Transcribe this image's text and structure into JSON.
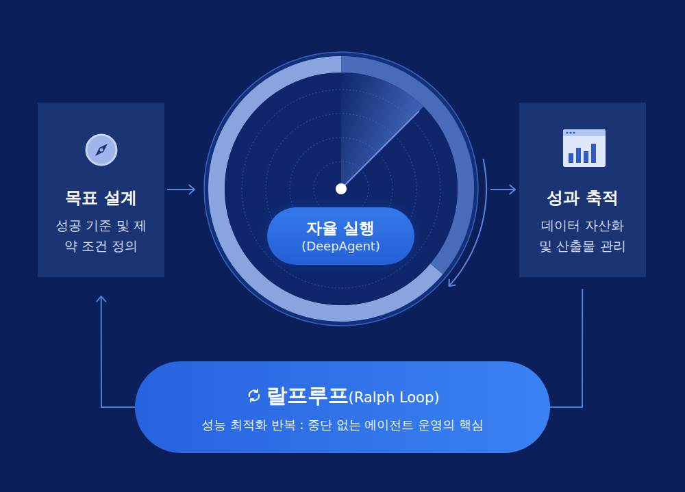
{
  "diagram": {
    "nodes": [
      {
        "text": [
          "목표 설계",
          "성공 기준 및 제약 조건 정의"
        ]
      },
      {
        "text": [
          "자율 실행",
          "(DeepAgent)"
        ]
      },
      {
        "text": [
          "성과 축적",
          "데이터 자산화 및 산출물 관리"
        ]
      },
      {
        "text": [
          "랄프루프",
          "(Ralph Loop)",
          "성능 최적화 반복 : 중단 없는 에이전트 운영의 핵심"
        ]
      }
    ],
    "edges": [
      {
        "from": 0,
        "to": 1,
        "arrow": "to"
      },
      {
        "from": 1,
        "to": 2,
        "arrow": "to"
      },
      {
        "from": 2,
        "to": 3,
        "arrow": "none"
      },
      {
        "from": 3,
        "to": 0,
        "arrow": "to"
      }
    ]
  }
}
